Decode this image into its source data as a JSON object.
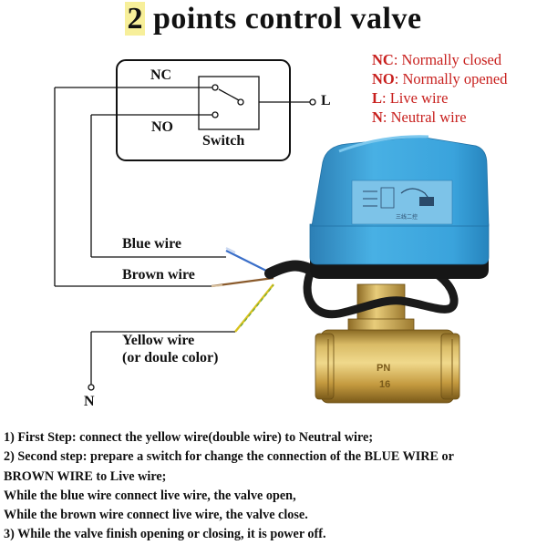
{
  "title": {
    "number": "2",
    "text": " points control valve"
  },
  "legend": [
    {
      "key": "NC",
      "text": ": Normally closed"
    },
    {
      "key": "NO",
      "text": ": Normally opened"
    },
    {
      "key": "L",
      "text": ": Live wire"
    },
    {
      "key": "N",
      "text": ": Neutral wire"
    }
  ],
  "switch_box": {
    "nc": "NC",
    "no": "NO",
    "switch": "Switch",
    "live": "L"
  },
  "wires": {
    "blue": "Blue wire",
    "brown": "Brown wire",
    "yellow_line1": "Yellow wire",
    "yellow_line2": "(or doule color)",
    "neutral": "N"
  },
  "valve_marking": {
    "line1": "PN",
    "line2": "16"
  },
  "actuator_label": "三线二控",
  "steps": [
    "1) First Step: connect the yellow wire(double wire) to Neutral wire;",
    "2) Second step: prepare a switch for change  the connection of the BLUE WIRE or",
    "  BROWN WIRE to Live wire;",
    "  While the blue wire connect live wire, the valve open,",
    "   While the brown wire connect live wire, the valve close.",
    "3) While the valve finish opening or closing, it is power off."
  ],
  "colors": {
    "legend": "#c8201e",
    "actuator": "#3aa3dc",
    "brass": "#c9a44a",
    "highlight": "#f7ef9a"
  }
}
